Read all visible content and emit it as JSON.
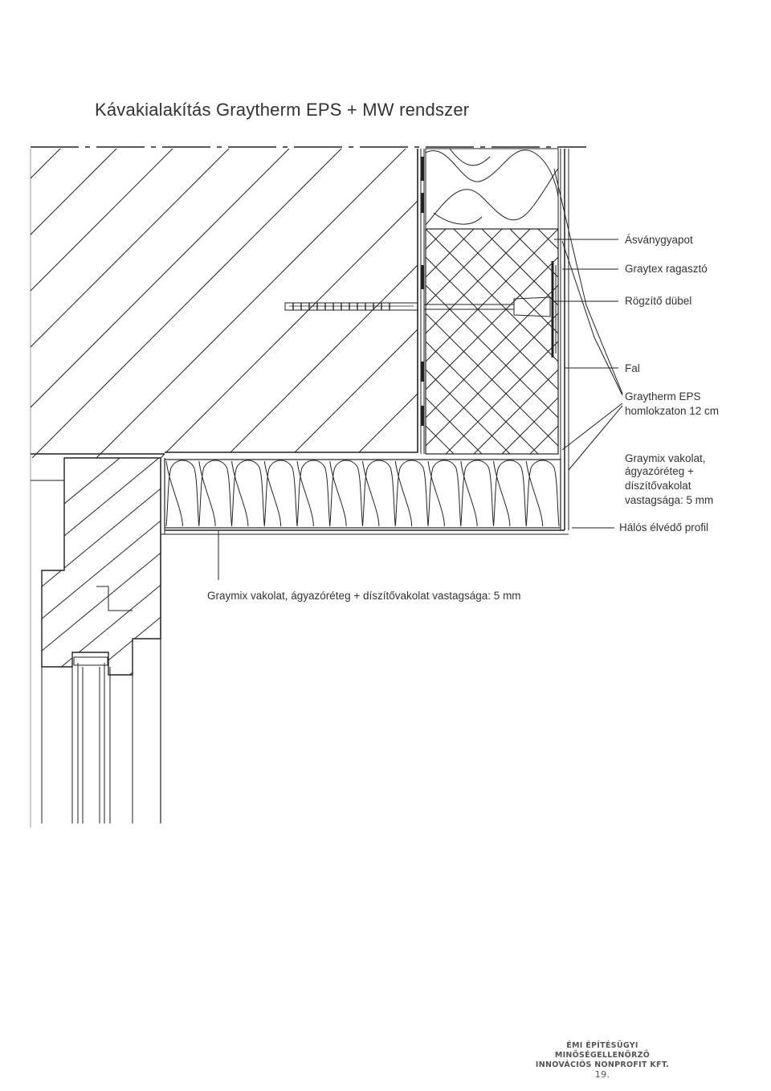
{
  "title": "Kávakialakítás  Graytherm EPS + MW rendszer",
  "labels": {
    "mineral_wool": "Ásványgyapot",
    "adhesive": "Graytex ragasztó",
    "anchor": "Rögzítő dübel",
    "wall": "Fal",
    "eps_line1": "Graytherm EPS",
    "eps_line2": "homlokzaton 12 cm",
    "render_line1": "Graymix vakolat,",
    "render_line2": "ágyazóréteg +",
    "render_line3": "díszítővakolat",
    "render_line4": "vastagsága: 5 mm",
    "corner_profile": "Hálós élvédő profil",
    "reveal_render": "Graymix vakolat, ágyazóréteg + díszítővakolat vastagsága: 5 mm"
  },
  "stamp": {
    "line1": "ÉMI ÉPÍTÉSÜGYI",
    "line2": "MINŐSÉGELLENŐRZŐ",
    "line3": "INNOVÁCIÓS NONPROFIT KFT.",
    "page": "19."
  }
}
